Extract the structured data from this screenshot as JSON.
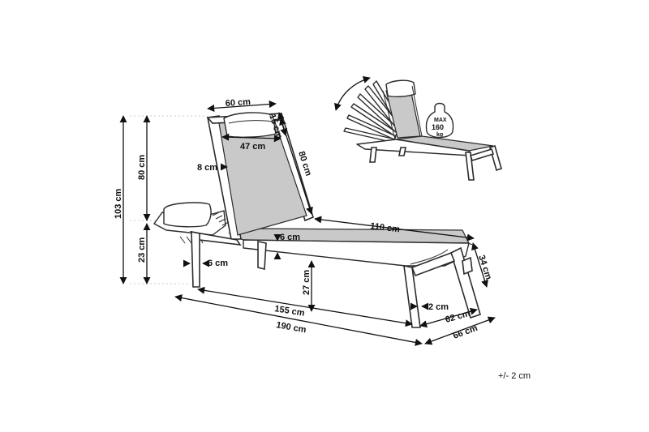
{
  "dimensions": {
    "headrest_width": "60 cm",
    "headrest_depth": "15 cm",
    "backrest_inner_width": "47 cm",
    "backrest_length": "80 cm",
    "frame_thickness": "8 cm",
    "total_height": "103 cm",
    "backrest_height": "80 cm",
    "seat_height_total": "23 cm",
    "seat_length": "110 cm",
    "fabric_thickness": "6 cm",
    "leg_thickness": "6 cm",
    "seat_height": "27 cm",
    "side_height": "34 cm",
    "gap": "2 cm",
    "inner_width": "62 cm",
    "seat_section_length": "155 cm",
    "total_length": "190 cm",
    "total_width": "66 cm"
  },
  "badge": {
    "line1": "MAX",
    "line2": "160",
    "line3": "kg"
  },
  "tolerance": "+/- 2 cm",
  "colors": {
    "line": "#2b2b2b",
    "fabric": "#c9c9c9",
    "background": "#ffffff"
  }
}
